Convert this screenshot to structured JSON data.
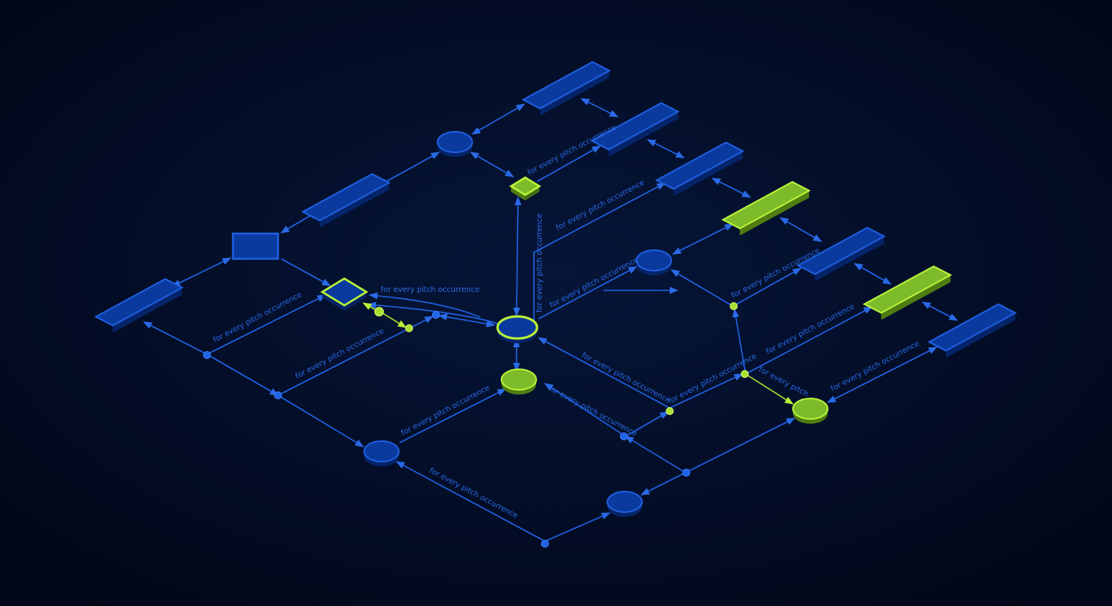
{
  "diagram": {
    "colors": {
      "background": "#020c22",
      "node_blue_top": "#0a3a9e",
      "node_blue_side": "#062469",
      "node_blue_edge": "#1e5fe0",
      "node_green_top": "#7dbb2a",
      "node_green_side": "#4f7d12",
      "node_green_edge": "#b8f23a",
      "connector_blue": "#1f63e6",
      "connector_green": "#a8e02e",
      "label_blue": "#2a6ae8"
    },
    "edge_label": "for every pitch occurrence",
    "edge_label_short": "for every pitch",
    "labels": [
      "for every pitch occurrence",
      "for every pitch occurrence",
      "for every pitch occurrence",
      "for every pitch occurrence",
      "for every pitch occurrence",
      "for every pitch occurrence",
      "for every pitch occurrence",
      "for every pitch occurrence",
      "for every pitch occurrence",
      "for every pitch occurrence",
      "for every pitch occurrence",
      "for every pitch occurrence",
      "for every pitch occurrence",
      "for every pitch occurrence",
      "for every pitch occurrence",
      "for every pitch"
    ]
  }
}
